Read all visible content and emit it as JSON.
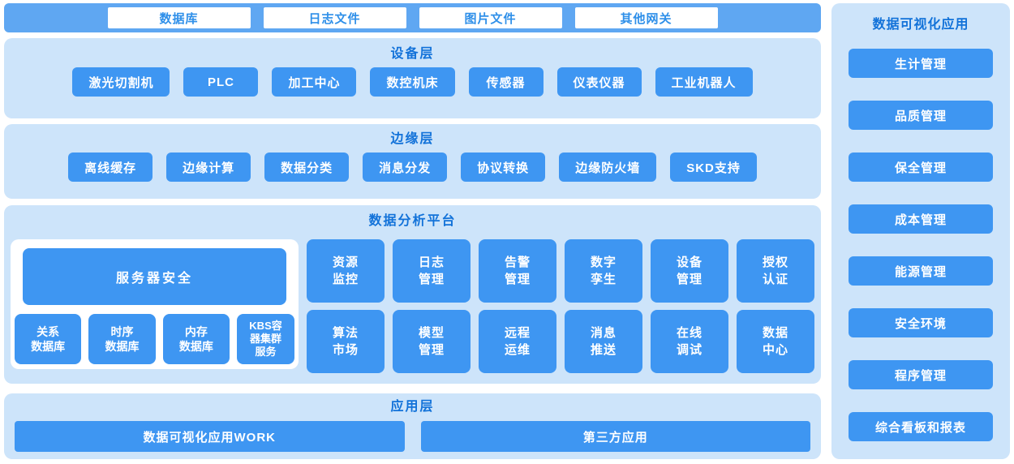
{
  "colors": {
    "accent_blue": "#3E96F2",
    "band_blue": "#5FA7F2",
    "panel_blue": "#CDE4FA",
    "title_blue": "#1272D9",
    "gateway_text_blue": "#2E8FE9"
  },
  "top_gateway_bar": {
    "items": [
      "数据库",
      "日志文件",
      "图片文件",
      "其他网关"
    ]
  },
  "device_layer": {
    "title": "设备层",
    "items": [
      "激光切割机",
      "PLC",
      "加工中心",
      "数控机床",
      "传感器",
      "仪表仪器",
      "工业机器人"
    ]
  },
  "edge_layer": {
    "title": "边缘层",
    "items": [
      "离线缓存",
      "边缘计算",
      "数据分类",
      "消息分发",
      "协议转换",
      "边缘防火墙",
      "SKD支持"
    ]
  },
  "platform": {
    "title": "数据分析平台",
    "server_security_label": "服务器安全",
    "storage_items": [
      "关系\n数据库",
      "时序\n数据库",
      "内存\n数据库",
      "KBS容\n器集群\n服务"
    ],
    "grid_items": [
      "资源\n监控",
      "日志\n管理",
      "告警\n管理",
      "数字\n孪生",
      "设备\n管理",
      "授权\n认证",
      "算法\n市场",
      "模型\n管理",
      "远程\n运维",
      "消息\n推送",
      "在线\n调试",
      "数据\n中心"
    ]
  },
  "application_layer": {
    "title": "应用层",
    "items": [
      "数据可视化应用WORK",
      "第三方应用"
    ]
  },
  "sidebar": {
    "title": "数据可视化应用",
    "items": [
      "生计管理",
      "品质管理",
      "保全管理",
      "成本管理",
      "能源管理",
      "安全环境",
      "程序管理",
      "综合看板和报表"
    ]
  }
}
